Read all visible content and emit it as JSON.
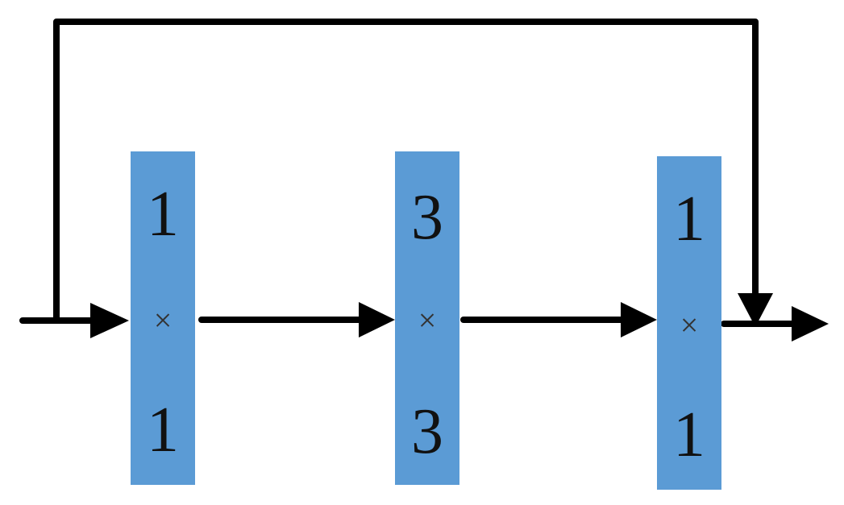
{
  "diagram": {
    "blocks": [
      {
        "name": "conv-block-1x1-first",
        "top": "1",
        "times": "×",
        "bottom": "1"
      },
      {
        "name": "conv-block-3x3",
        "top": "3",
        "times": "×",
        "bottom": "3"
      },
      {
        "name": "conv-block-1x1-last",
        "top": "1",
        "times": "×",
        "bottom": "1"
      }
    ],
    "colors": {
      "block_fill": "#5b9bd5",
      "line": "#000000",
      "text": "#111111"
    }
  }
}
